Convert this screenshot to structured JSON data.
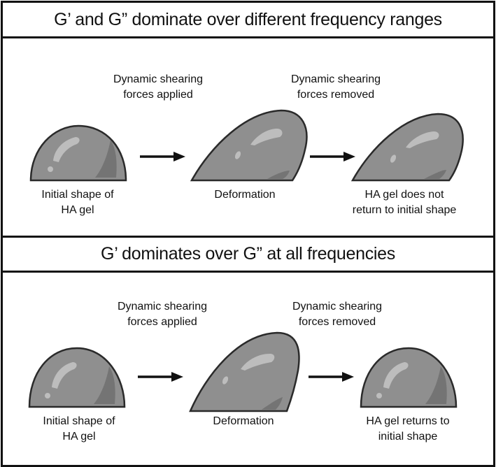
{
  "colors": {
    "border": "#111111",
    "gel_fill": "#8f8f8f",
    "gel_outline": "#2a2a2a",
    "highlight": "#bdbdbd",
    "shadow": "#747474",
    "background": "#ffffff"
  },
  "panels": [
    {
      "title": "G’ and G” dominate over different frequency ranges",
      "force_applied": [
        "Dynamic shearing",
        "forces applied"
      ],
      "force_removed": [
        "Dynamic shearing",
        "forces removed"
      ],
      "stage1": [
        "Initial shape of",
        "HA gel"
      ],
      "stage2": [
        "Deformation"
      ],
      "stage3": [
        "HA gel does not",
        "return to initial shape"
      ],
      "final_shape": "deformed"
    },
    {
      "title": "G’ dominates over G” at all frequencies",
      "force_applied": [
        "Dynamic shearing",
        "forces applied"
      ],
      "force_removed": [
        "Dynamic shearing",
        "forces removed"
      ],
      "stage1": [
        "Initial shape of",
        "HA gel"
      ],
      "stage2": [
        "Deformation"
      ],
      "stage3": [
        "HA gel returns to",
        "initial shape"
      ],
      "final_shape": "initial"
    }
  ]
}
